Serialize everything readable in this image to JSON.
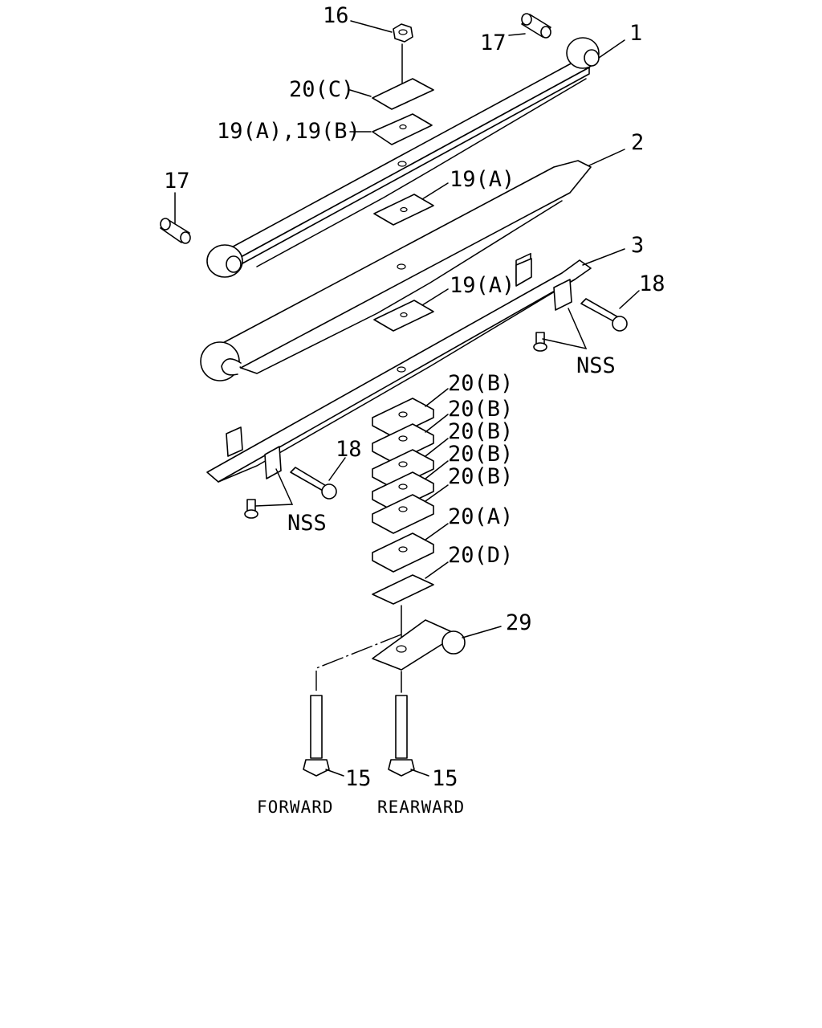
{
  "callouts": {
    "c1": "1",
    "c2": "2",
    "c3": "3",
    "c15a": "15",
    "c15b": "15",
    "c16": "16",
    "c17a": "17",
    "c17b": "17",
    "c18a": "18",
    "c18b": "18",
    "c19ab": "19(A),19(B)",
    "c19a1": "19(A)",
    "c19a2": "19(A)",
    "c20c": "20(C)",
    "c20b1": "20(B)",
    "c20b2": "20(B)",
    "c20b3": "20(B)",
    "c20b4": "20(B)",
    "c20b5": "20(B)",
    "c20a": "20(A)",
    "c20d": "20(D)",
    "c29": "29",
    "nss1": "NSS",
    "nss2": "NSS",
    "forward": "FORWARD",
    "rearward": "REARWARD"
  }
}
